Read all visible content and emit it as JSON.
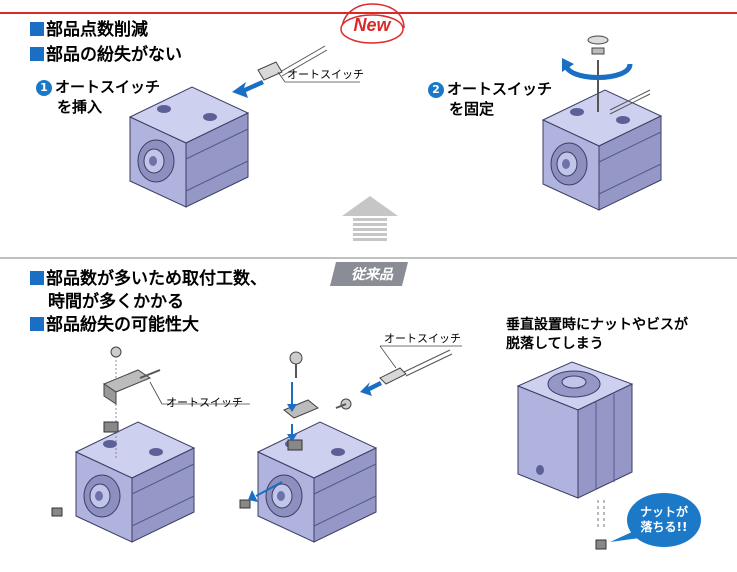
{
  "new_badge": "New",
  "new": {
    "headings": [
      "部品点数削減",
      "部品の紛失がない"
    ],
    "steps": [
      {
        "num": "1",
        "line1": "オートスイッチ",
        "line2": "を挿入"
      },
      {
        "num": "2",
        "line1": "オートスイッチ",
        "line2": "を固定"
      }
    ],
    "switch_label": "オートスイッチ"
  },
  "old_badge": "従来品",
  "old": {
    "headings": [
      "部品数が多いため取付工数、",
      "時間が多くかかる",
      "部品紛失の可能性大"
    ],
    "switch_label_1": "オートスイッチ",
    "switch_label_2": "オートスイッチ",
    "note": [
      "垂直設置時にナットやビスが",
      "脱落してしまう"
    ],
    "bubble": [
      "ナットが",
      "落ちる!!"
    ]
  },
  "colors": {
    "rule_red": "#d92b2b",
    "accent_blue": "#1a6fc4",
    "cylinder": "#a3a6d2",
    "bubble": "#1b79c8"
  }
}
